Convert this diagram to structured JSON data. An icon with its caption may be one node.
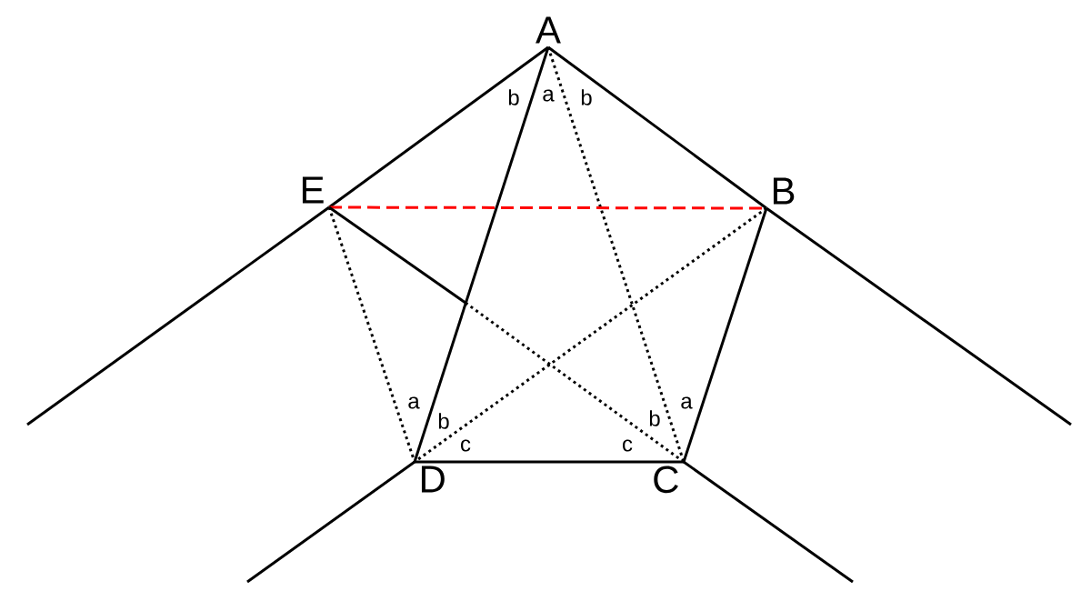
{
  "diagram": {
    "nodes": [
      {
        "text": [
          "A"
        ]
      },
      {
        "text": [
          "B"
        ]
      },
      {
        "text": [
          "C"
        ]
      },
      {
        "text": [
          "D"
        ]
      },
      {
        "text": [
          "E"
        ]
      }
    ],
    "edges": [
      {
        "from": 0,
        "to": 4,
        "arrow": "none"
      },
      {
        "from": 4,
        "to": null,
        "arrow": "none"
      },
      {
        "from": 0,
        "to": 1,
        "arrow": "none"
      },
      {
        "from": 1,
        "to": null,
        "arrow": "none"
      },
      {
        "from": 0,
        "to": 3,
        "arrow": "none"
      },
      {
        "from": 0,
        "to": 2,
        "arrow": "none",
        "style": "dashed"
      },
      {
        "from": 4,
        "to": 1,
        "arrow": "none",
        "style": "dashed",
        "color": "#ff0000"
      },
      {
        "from": 4,
        "to": 3,
        "arrow": "none",
        "style": "dashed"
      },
      {
        "from": 4,
        "to": 2,
        "arrow": "none",
        "style": "dashed"
      },
      {
        "from": 1,
        "to": 3,
        "arrow": "none",
        "style": "dashed"
      },
      {
        "from": 1,
        "to": 2,
        "arrow": "none"
      },
      {
        "from": 3,
        "to": 2,
        "arrow": "none"
      },
      {
        "from": 3,
        "to": null,
        "arrow": "none"
      },
      {
        "from": 2,
        "to": null,
        "arrow": "none"
      }
    ],
    "labels": [
      "b",
      "a",
      "b",
      "a",
      "a",
      "b",
      "b",
      "c",
      "c"
    ]
  }
}
